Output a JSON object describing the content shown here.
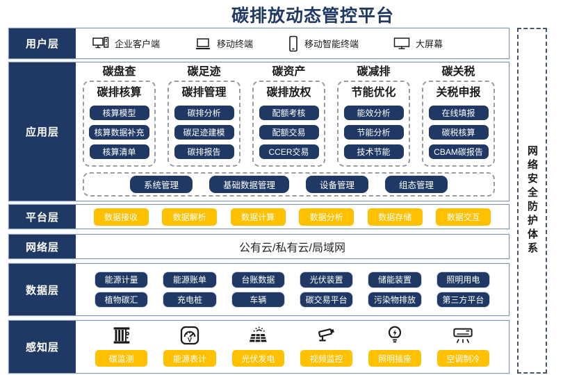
{
  "title": "碳排放动态管控平台",
  "security": {
    "label": "网络安全防护体系"
  },
  "colors": {
    "navy": "#1F3864",
    "gold": "#FFC000",
    "row_border": "#8496B0",
    "dashed_border": "#979ca3"
  },
  "layers": {
    "user": {
      "label": "用户层",
      "items": [
        {
          "icon": "desktop-pc-icon",
          "label": "企业客户端"
        },
        {
          "icon": "laptop-icon",
          "label": "移动终端"
        },
        {
          "icon": "smartphone-icon",
          "label": "移动智能终端"
        },
        {
          "icon": "big-screen-icon",
          "label": "大屏幕"
        }
      ]
    },
    "app": {
      "label": "应用层",
      "columns": [
        {
          "header": "碳盘查",
          "title": "碳排核算",
          "items": [
            "核算模型",
            "核算数据补充",
            "核算清单"
          ]
        },
        {
          "header": "碳足迹",
          "title": "碳排管理",
          "items": [
            "碳排分析",
            "碳足迹建模",
            "碳排报告"
          ]
        },
        {
          "header": "碳资产",
          "title": "碳排放权",
          "items": [
            "配额考核",
            "配额交易",
            "CCER交易"
          ]
        },
        {
          "header": "碳减排",
          "title": "节能优化",
          "items": [
            "能效分析",
            "节能分析",
            "技术节能"
          ]
        },
        {
          "header": "碳关税",
          "title": "关税申报",
          "items": [
            "在线填报",
            "碳税核算",
            "CBAM碳报告"
          ]
        }
      ],
      "management": [
        "系统管理",
        "基础数据管理",
        "设备管理",
        "组态管理"
      ]
    },
    "platform": {
      "label": "平台层",
      "items": [
        "数据接收",
        "数据解析",
        "数据计算",
        "数据分析",
        "数据存储",
        "数据交互"
      ]
    },
    "network": {
      "label": "网络层",
      "text": "公有云/私有云/局域网"
    },
    "data": {
      "label": "数据层",
      "rows": [
        [
          "能源计量",
          "能源账单",
          "台账数据",
          "光伏装置",
          "储能装置",
          "照明用电"
        ],
        [
          "植物碳汇",
          "充电桩",
          "车辆",
          "碳交易平台",
          "污染物排放",
          "第三方平台"
        ]
      ]
    },
    "perception": {
      "label": "感知层",
      "items": [
        {
          "icon": "carbon-monitor-icon",
          "label": "碳监测"
        },
        {
          "icon": "energy-meter-icon",
          "label": "能源表计"
        },
        {
          "icon": "solar-panel-icon",
          "label": "光伏发电"
        },
        {
          "icon": "cctv-camera-icon",
          "label": "视频监控"
        },
        {
          "icon": "light-bulb-icon",
          "label": "照明插座"
        },
        {
          "icon": "air-conditioner-icon",
          "label": "空调制冷"
        }
      ]
    }
  }
}
